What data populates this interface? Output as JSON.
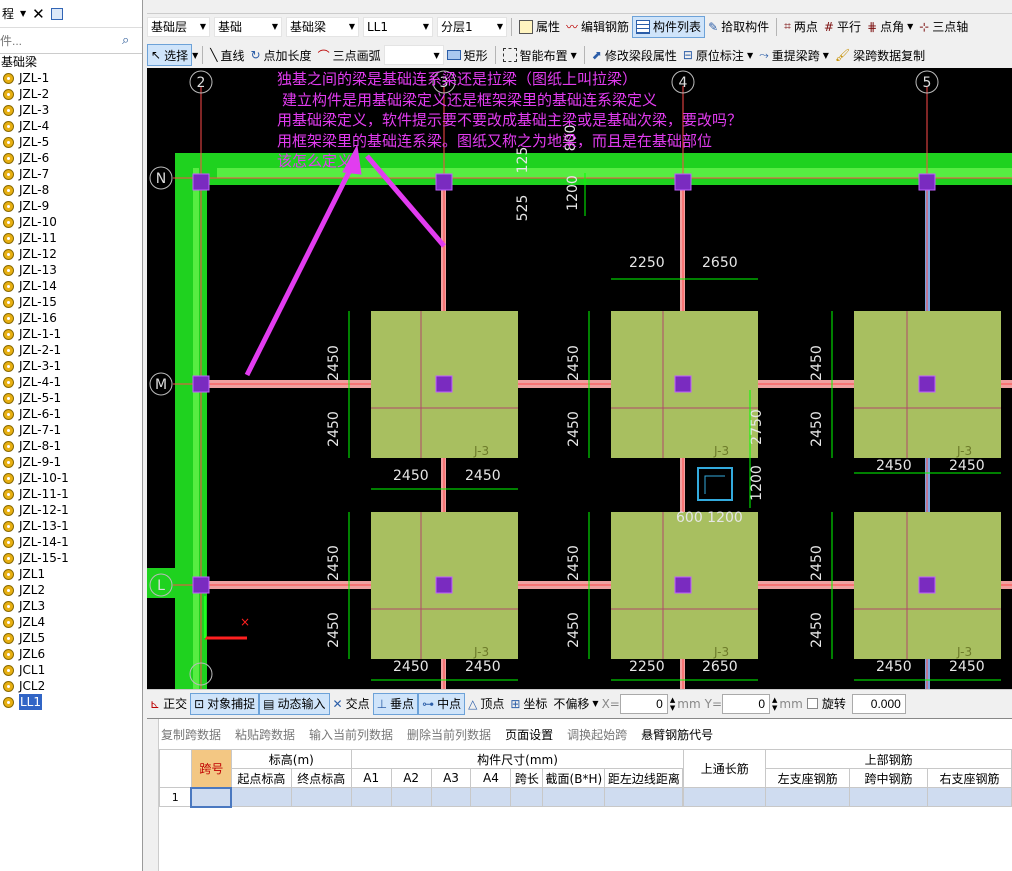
{
  "left_panel": {
    "top_label": "程",
    "search_placeholder": "件...",
    "root_label": "基础梁",
    "items": [
      "JZL-1",
      "JZL-2",
      "JZL-3",
      "JZL-4",
      "JZL-5",
      "JZL-6",
      "JZL-7",
      "JZL-8",
      "JZL-9",
      "JZL-10",
      "JZL-11",
      "JZL-12",
      "JZL-13",
      "JZL-14",
      "JZL-15",
      "JZL-16",
      "JZL-1-1",
      "JZL-2-1",
      "JZL-3-1",
      "JZL-4-1",
      "JZL-5-1",
      "JZL-6-1",
      "JZL-7-1",
      "JZL-8-1",
      "JZL-9-1",
      "JZL-10-1",
      "JZL-11-1",
      "JZL-12-1",
      "JZL-13-1",
      "JZL-14-1",
      "JZL-15-1",
      "JZL1",
      "JZL2",
      "JZL3",
      "JZL4",
      "JZL5",
      "JZL6",
      "JCL1",
      "JCL2",
      "LL1"
    ],
    "selected": "LL1"
  },
  "toolbar1": {
    "floor": "基础层",
    "category": "基础",
    "type": "基础梁",
    "member": "LL1",
    "layer": "分层1",
    "btn_properties": "属性",
    "btn_edit_rebar": "编辑钢筋",
    "btn_component_list": "构件列表",
    "btn_pick": "拾取构件",
    "btn_two_point": "两点",
    "btn_parallel": "平行",
    "btn_point_angle": "点角",
    "btn_three_point": "三点轴"
  },
  "toolbar2": {
    "btn_select": "选择",
    "btn_line": "直线",
    "btn_point_length": "点加长度",
    "btn_arc": "三点画弧",
    "btn_rect": "矩形",
    "btn_smart": "智能布置",
    "btn_modify_span": "修改梁段属性",
    "btn_origin_mark": "原位标注",
    "btn_reextract": "重提梁跨",
    "btn_copy_span": "梁跨数据复制"
  },
  "annotation": {
    "lines": [
      "独基之间的梁是基础连系梁还是拉梁（图纸上叫拉梁）",
      "建立构件是用基础梁定义还是框架梁里的基础连系梁定义",
      "用基础梁定义，软件提示要不要改成基础主梁或是基础次梁，要改吗？",
      "用框架梁里的基础连系梁。图纸又称之为地梁，而且是在基础部位",
      "该怎么定义"
    ]
  },
  "drawing": {
    "col_axes": [
      "2",
      "3",
      "4",
      "5"
    ],
    "row_axes": [
      "N",
      "M",
      "L"
    ],
    "footing_label": "J-3",
    "dims": {
      "d2450": "2450",
      "d2250": "2250",
      "d2650": "2650",
      "d2750": "2750",
      "d1200": "1200",
      "d525": "525",
      "d125": "125",
      "d800": "800",
      "d600_1200": "600 1200"
    }
  },
  "status_bar": {
    "ortho": "正交",
    "snap": "对象捕捉",
    "dyn_input": "动态输入",
    "intersect": "交点",
    "perp": "垂点",
    "mid": "中点",
    "vertex": "顶点",
    "coord": "坐标",
    "offset_mode": "不偏移",
    "x_label": "X=",
    "x_value": "0",
    "mm1": "mm",
    "y_label": "Y=",
    "y_value": "0",
    "mm2": "mm",
    "rotate": "旋转",
    "rotate_value": "0.000"
  },
  "panel": {
    "tools": [
      "复制跨数据",
      "粘贴跨数据",
      "输入当前列数据",
      "删除当前列数据",
      "页面设置",
      "调换起始跨",
      "悬臂钢筋代号"
    ],
    "active_tools": [
      "页面设置",
      "悬臂钢筋代号"
    ],
    "headers": {
      "span_no": "跨号",
      "elevation": "标高(m)",
      "start_elev": "起点标高",
      "end_elev": "终点标高",
      "member_size": "构件尺寸(mm)",
      "a1": "A1",
      "a2": "A2",
      "a3": "A3",
      "a4": "A4",
      "span_len": "跨长",
      "section": "截面(B*H)",
      "dist_left": "距左边线距离",
      "top_through": "上通长筋",
      "top_rebar": "上部钢筋",
      "left_support": "左支座钢筋",
      "mid_span": "跨中钢筋",
      "right_support": "右支座钢筋"
    },
    "row_num": "1"
  },
  "colors": {
    "beam_green": "#1fd21f",
    "pad_yellow": "#a8bf60",
    "annotation": "#e23cf0",
    "column": "#7a2bc0",
    "dim": "#00ff00"
  }
}
